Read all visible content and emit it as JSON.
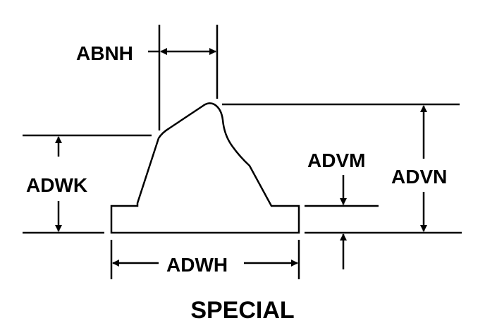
{
  "labels": {
    "abnh": "ABNH",
    "adwk": "ADWK",
    "advm": "ADVM",
    "advn": "ADVN",
    "adwh": "ADWH"
  },
  "title": "SPECIAL"
}
